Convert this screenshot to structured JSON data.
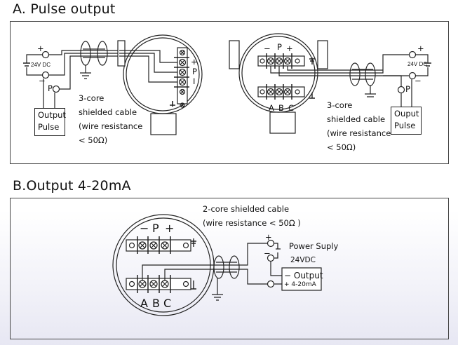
{
  "section_a": {
    "title": "A. Pulse output",
    "left_diagram": {
      "supply_label": "24V DC",
      "plus": "+",
      "minus": "−",
      "p_terminal": "P",
      "cable_label": [
        "3-core",
        "shielded cable",
        "(wire resistance",
        "< 50Ω)"
      ],
      "output_box": [
        "Output",
        "Pulse"
      ],
      "terminal_labels": [
        "+",
        "P",
        "I"
      ]
    },
    "right_diagram": {
      "supply_label": "24V DC",
      "plus": "+",
      "minus": "−",
      "p_terminal": "P",
      "top_terminal_labels": [
        "−",
        "P",
        "+"
      ],
      "bottom_terminal_labels": [
        "A",
        "B",
        "C"
      ],
      "cable_label": [
        "3-core",
        "shielded cable",
        "(wire resistance",
        "< 50Ω)"
      ],
      "output_box": [
        "Ouput",
        "Pulse"
      ]
    }
  },
  "section_b": {
    "title": "B.Output 4-20mA",
    "cable_label": [
      "2-core shielded cable",
      "(wire resistance  < 50Ω )"
    ],
    "top_terminal_labels": [
      "−",
      "P",
      "+"
    ],
    "bottom_terminal_labels": [
      "A",
      "B",
      "C"
    ],
    "power_supply": [
      "Power Suply",
      "24VDC"
    ],
    "plus": "+",
    "minus": "−",
    "output_box": {
      "minus_line": "− Output",
      "plus_line": "+ 4-20mA"
    }
  }
}
